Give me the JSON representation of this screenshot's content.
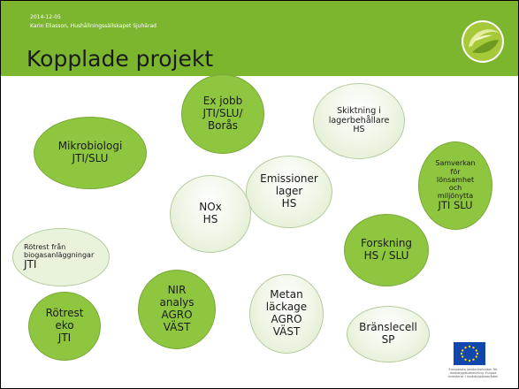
{
  "header": {
    "date": "2014-12-05",
    "author": "Karin Eliasson, Hushållningssällskapet Sjuhärad",
    "title": "Kopplade projekt"
  },
  "colors": {
    "header_green": "#7cb52e",
    "bubble_green": "#8fc63f",
    "bubble_pale": "#e9f3dc"
  },
  "bubbles": [
    {
      "id": "ex-jobb",
      "lines": [
        "Ex jobb",
        "JTI/SLU/",
        "Borås"
      ],
      "style": "green"
    },
    {
      "id": "skiktning",
      "lines": [
        "Skiktning i",
        "lagerbehållare",
        "HS"
      ],
      "style": "pale"
    },
    {
      "id": "mikrobiologi",
      "lines": [
        "Mikrobiologi",
        "JTI/SLU"
      ],
      "style": "green"
    },
    {
      "id": "samverkan",
      "lines": [
        "Samverkan",
        "för",
        "lönsamhet",
        "och",
        "miljönytta",
        "JTI SLU"
      ],
      "style": "green"
    },
    {
      "id": "emissioner",
      "lines": [
        "Emissioner",
        "lager",
        "HS"
      ],
      "style": "pale"
    },
    {
      "id": "nox",
      "lines": [
        "NOx",
        "HS"
      ],
      "style": "pale"
    },
    {
      "id": "forskning",
      "lines": [
        "Forskning",
        "HS / SLU"
      ],
      "style": "green"
    },
    {
      "id": "rotrest-biogas",
      "lines": [
        "Rötrest från",
        "biogasanläggningar",
        "JTI"
      ],
      "style": "pale"
    },
    {
      "id": "nir",
      "lines": [
        "NIR",
        "analys",
        "AGRO",
        "VÄST"
      ],
      "style": "green"
    },
    {
      "id": "metan",
      "lines": [
        "Metan",
        "läckage",
        "AGRO",
        "VÄST"
      ],
      "style": "pale"
    },
    {
      "id": "rotrest-eko",
      "lines": [
        "Rötrest",
        "eko",
        "JTI"
      ],
      "style": "green"
    },
    {
      "id": "branslecell",
      "lines": [
        "Bränslecell",
        "SP"
      ],
      "style": "pale"
    }
  ],
  "eu_logo": {
    "caption": "Europeiska jordbruksfonden för landsbygdsutveckling: Europa investerar i landsbygdsområden"
  }
}
